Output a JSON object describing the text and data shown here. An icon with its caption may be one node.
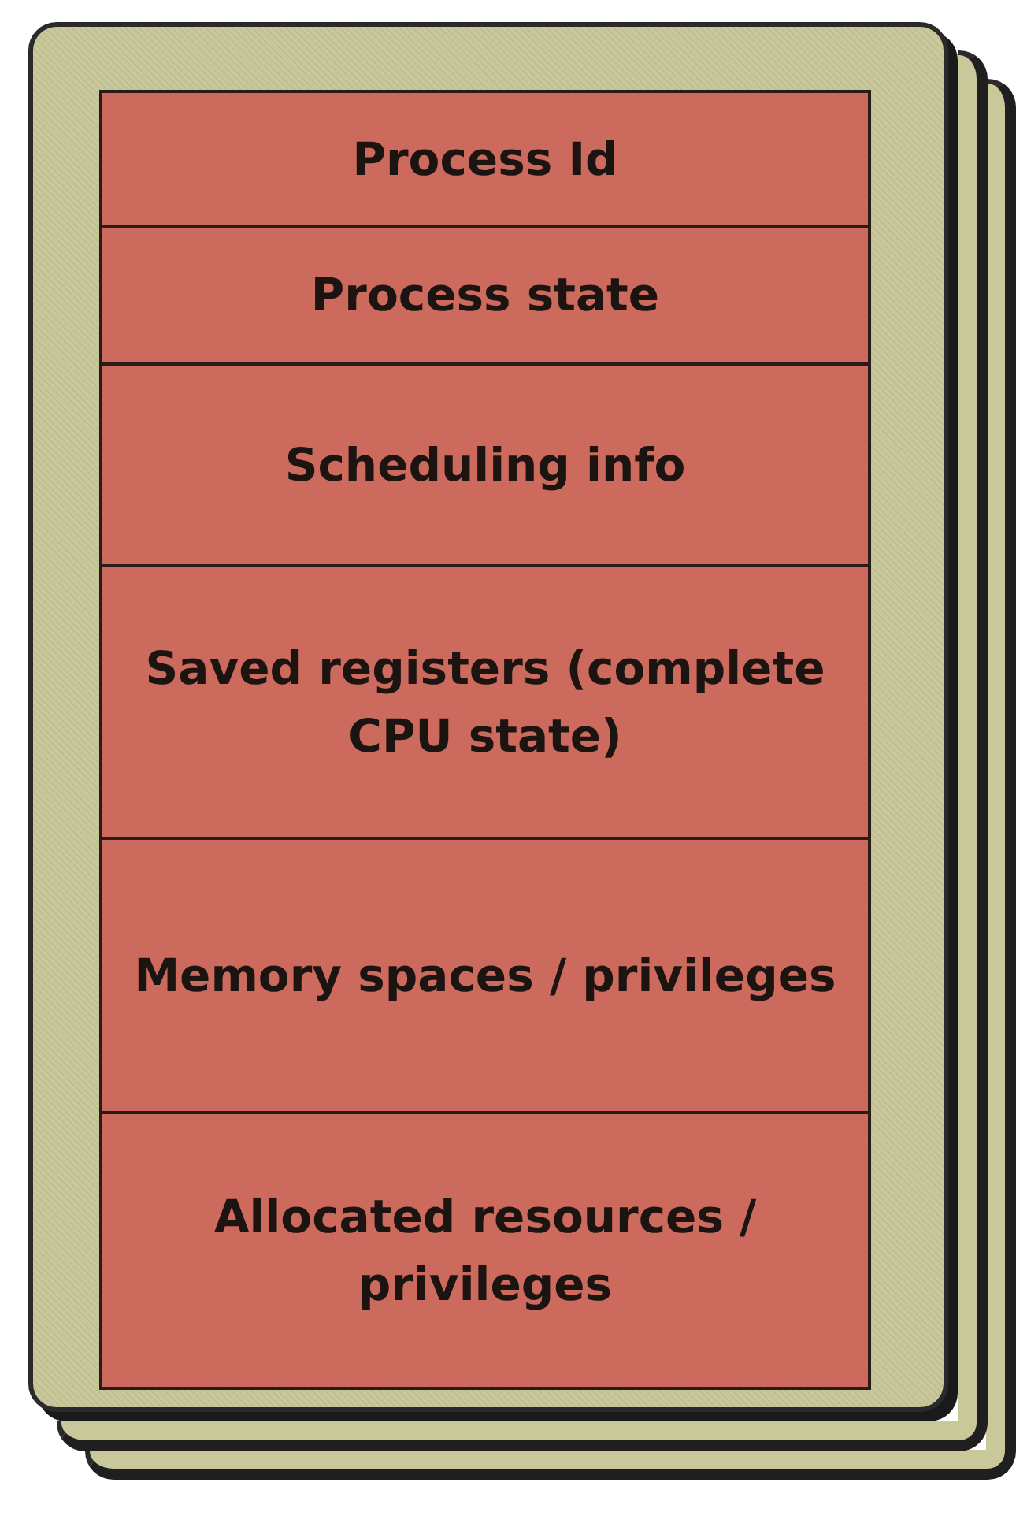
{
  "diagram": {
    "nodes": [
      {
        "text": [],
        "shape": "box"
      },
      {
        "text": [
          "Process Id"
        ],
        "in": 0
      },
      {
        "text": [
          "Process state"
        ],
        "in": 0
      },
      {
        "text": [
          "Scheduling info"
        ],
        "in": 0
      },
      {
        "text": [
          "Saved registers (complete CPU state)"
        ],
        "in": 0
      },
      {
        "text": [
          "Memory spaces / privileges"
        ],
        "in": 0
      },
      {
        "text": [
          "Allocated resources / privileges"
        ],
        "in": 0
      },
      {
        "text": [],
        "shape": "box"
      },
      {
        "text": [],
        "shape": "box"
      }
    ]
  }
}
